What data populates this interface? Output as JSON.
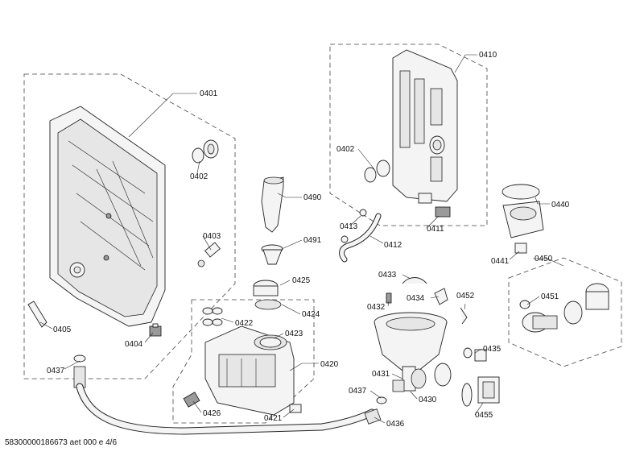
{
  "footer": "58300000186673 aet 000 e 4/6",
  "labels": {
    "p0401": "0401",
    "p0402a": "0402",
    "p0403": "0403",
    "p0404": "0404",
    "p0405": "0405",
    "p0437a": "0437",
    "p0490": "0490",
    "p0491": "0491",
    "p0410": "0410",
    "p0402b": "0402",
    "p0413": "0413",
    "p0412": "0412",
    "p0411": "0411",
    "p0440": "0440",
    "p0441": "0441",
    "p0450": "0450",
    "p0451": "0451",
    "p0425": "0425",
    "p0424": "0424",
    "p0422": "0422",
    "p0423": "0423",
    "p0420": "0420",
    "p0426": "0426",
    "p0421": "0421",
    "p0433": "0433",
    "p0432": "0432",
    "p0434": "0434",
    "p0452": "0452",
    "p0435": "0435",
    "p0431": "0431",
    "p0430": "0430",
    "p0437b": "0437",
    "p0436": "0436",
    "p0455": "0455"
  }
}
